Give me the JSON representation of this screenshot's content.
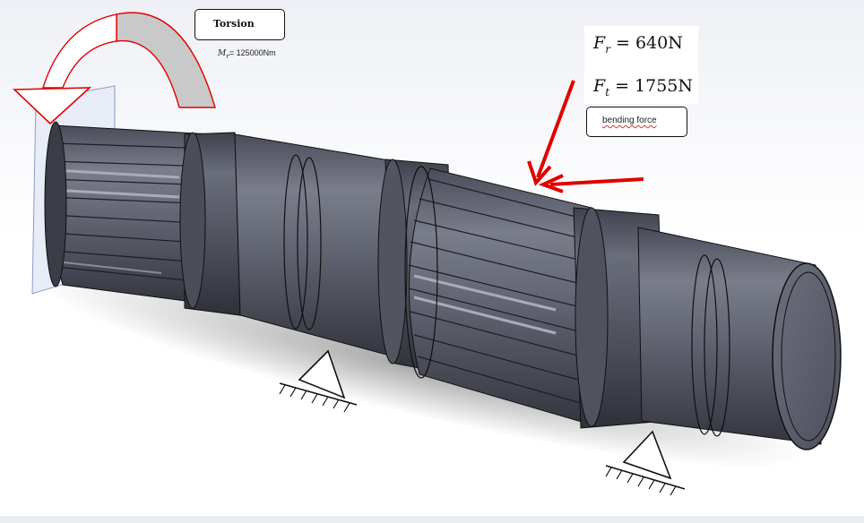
{
  "torsion": {
    "title": "Torsion",
    "moment_symbol": "M",
    "moment_subscript": "r",
    "moment_value": "= 125000Nm"
  },
  "forces": {
    "fr_symbol": "F",
    "fr_subscript": "r",
    "fr_value": "= 640N",
    "ft_symbol": "F",
    "ft_subscript": "t",
    "ft_value": "= 1755N"
  },
  "bending": {
    "label": "bending force"
  },
  "colors": {
    "shaft_body": "#5f6270",
    "shaft_dark": "#3b3d48",
    "arrow_red": "#e00000",
    "torsion_fill": "#c9c9c9"
  }
}
